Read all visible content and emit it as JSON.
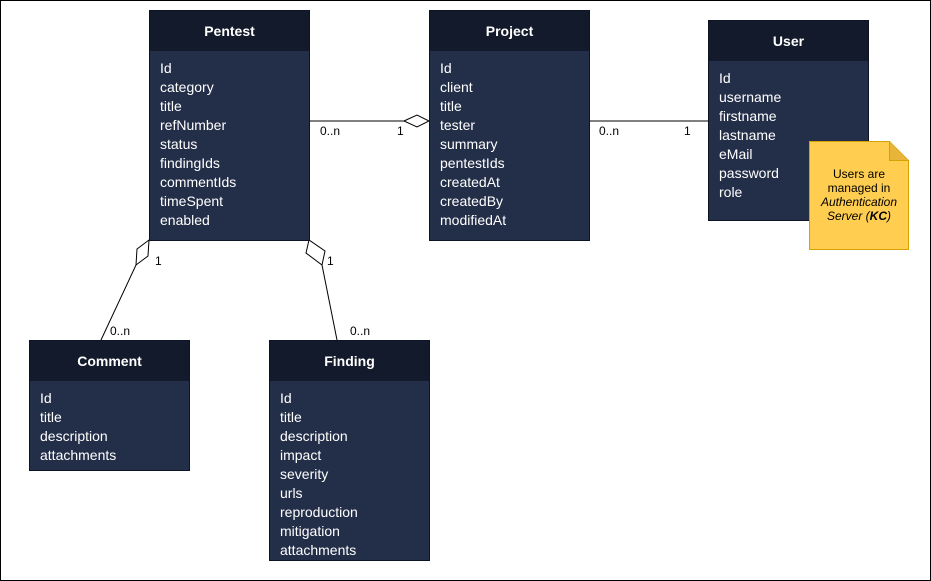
{
  "entities": {
    "pentest": {
      "title": "Pentest",
      "fields": [
        "Id",
        "category",
        "title",
        "refNumber",
        "status",
        "findingIds",
        "commentIds",
        "timeSpent",
        "enabled"
      ]
    },
    "project": {
      "title": "Project",
      "fields": [
        "Id",
        "client",
        "title",
        "tester",
        "summary",
        "pentestIds",
        "createdAt",
        "createdBy",
        "modifiedAt"
      ]
    },
    "user": {
      "title": "User",
      "fields": [
        "Id",
        "username",
        "firstname",
        "lastname",
        "eMail",
        "password",
        "role"
      ]
    },
    "comment": {
      "title": "Comment",
      "fields": [
        "Id",
        "title",
        "description",
        "attachments"
      ]
    },
    "finding": {
      "title": "Finding",
      "fields": [
        "Id",
        "title",
        "description",
        "impact",
        "severity",
        "urls",
        "reproduction",
        "mitigation",
        "attachments"
      ]
    }
  },
  "relations": {
    "pentest_project": {
      "from_mult": "0..n",
      "to_mult": "1"
    },
    "project_user": {
      "from_mult": "0..n",
      "to_mult": "1"
    },
    "pentest_comment": {
      "from_mult": "1",
      "to_mult": "0..n"
    },
    "pentest_finding": {
      "from_mult": "1",
      "to_mult": "0..n"
    }
  },
  "note": {
    "line1": "Users are",
    "line2": "managed in",
    "line3": "Authentication",
    "line4_prefix": "Server (",
    "line4_bold": "KC",
    "line4_suffix": ")",
    "fill": "#ffcd4f",
    "stroke": "#d6a200"
  },
  "colors": {
    "entity_body": "#232e48",
    "entity_header": "#121a2b",
    "text": "#ffffff",
    "line": "#000000"
  }
}
